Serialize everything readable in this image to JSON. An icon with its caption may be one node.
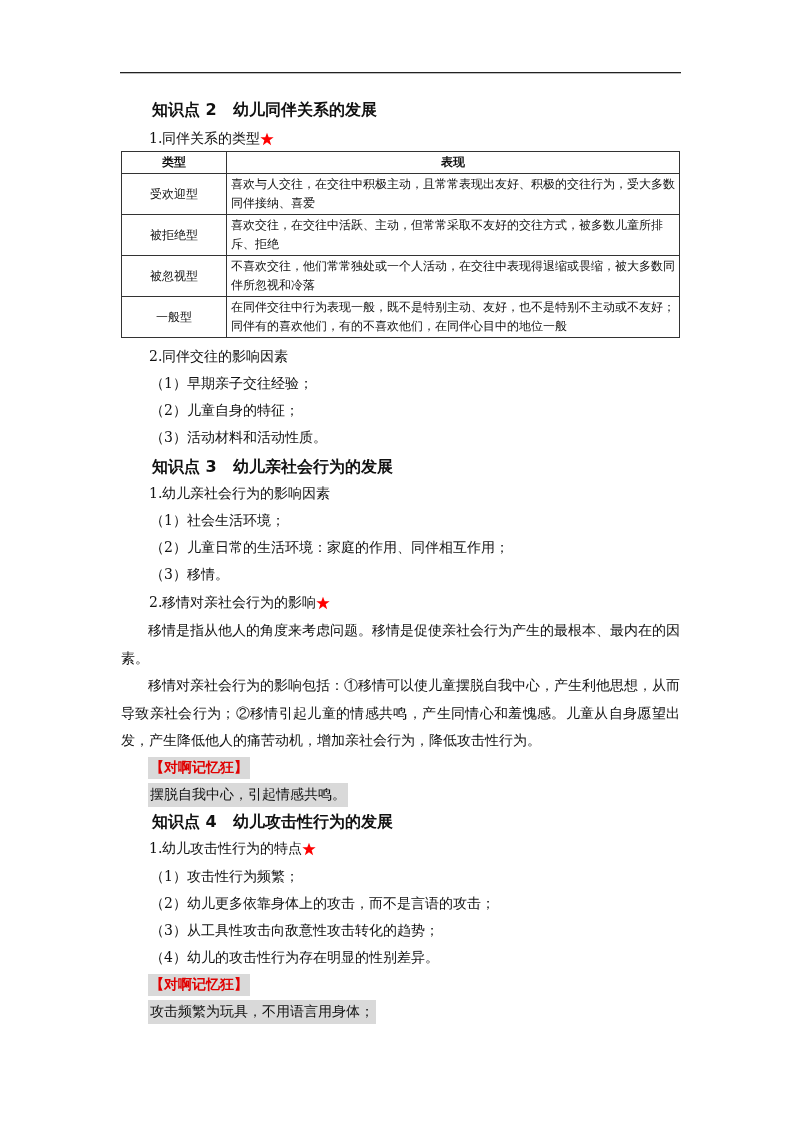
{
  "diagram": {
    "labels": [
      "知识点 2　幼儿同伴关系的发展",
      "1.同伴关系的类型",
      "类型",
      "表现",
      "受欢迎型",
      "喜欢与人交往，在交往中积极主动，且常常表现出友好、积极的交往行为，受大多数同伴接纳、喜爱",
      "被拒绝型",
      "喜欢交往，在交往中活跃、主动，但常常采取不友好的交往方式，被多数儿童所排斥、拒绝",
      "被忽视型",
      "不喜欢交往，他们常常独处或一个人活动，在交往中表现得退缩或畏缩，被大多数同伴所忽视和冷落",
      "一般型",
      "在同伴交往中行为表现一般，既不是特别主动、友好，也不是特别不主动或不友好；同伴有的喜欢他们，有的不喜欢他们，在同伴心目中的地位一般",
      "2.同伴交往的影响因素",
      "（1）早期亲子交往经验；",
      "（2）儿童自身的特征；",
      "（3）活动材料和活动性质。",
      "知识点 3　幼儿亲社会行为的发展",
      "1.幼儿亲社会行为的影响因素",
      "（1）社会生活环境；",
      "（2）儿童日常的生活环境：家庭的作用、同伴相互作用；",
      "（3）移情。",
      "2.移情对亲社会行为的影响",
      "移情是指从他人的角度来考虑问题。移情是促使亲社会行为产生的最根本、最内在的因素。",
      "移情对亲社会行为的影响包括：①移情可以使儿童摆脱自我中心，产生利他思想，从而导致亲社会行为；②移情引起儿童的情感共鸣，产生同情心和羞愧感。儿童从自身愿望出发，产生降低他人的痛苦动机，增加亲社会行为，降低攻击性行为。",
      "【对啊记忆狂】",
      "摆脱自我中心，引起情感共鸣。",
      "知识点 4　幼儿攻击性行为的发展",
      "1.幼儿攻击性行为的特点",
      "（1）攻击性行为频繁；",
      "（2）幼儿更多依靠身体上的攻击，而不是言语的攻击；",
      "（3）从工具性攻击向敌意性攻击转化的趋势；",
      "（4）幼儿的攻击性行为存在明显的性别差异。",
      "【对啊记忆狂】",
      "攻击频繁为玩具，不用语言用身体；"
    ]
  }
}
